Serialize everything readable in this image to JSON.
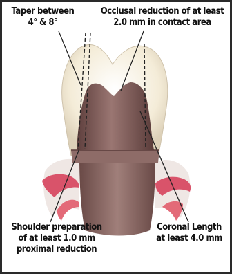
{
  "labels": {
    "taper": [
      "Taper between",
      "4° & 8°"
    ],
    "occlusal": [
      "Occlusal reduction of at least",
      "2.0 mm in contact area"
    ],
    "shoulder": [
      "Shoulder preparation",
      "of at least 1.0 mm",
      "proximal reduction"
    ],
    "coronal": [
      "Coronal Length",
      "at least 4.0 mm"
    ]
  },
  "colors": {
    "frame": "#2a2a2a",
    "crown": "#f4ecd8",
    "tooth": "#7d5a56",
    "gum": "#e36a78",
    "text": "#111111"
  }
}
